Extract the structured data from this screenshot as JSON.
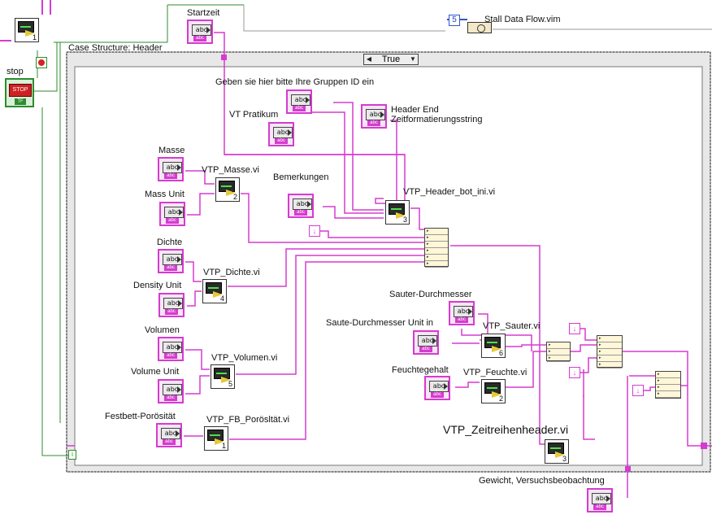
{
  "case_structure": {
    "label": "Case Structure: Header",
    "selector_value": "True"
  },
  "top": {
    "stall_label": "Stall Data Flow.vim",
    "stall_const": "5",
    "startzeit_label": "Startzeit"
  },
  "stop": {
    "label": "stop",
    "button_text": "STOP",
    "bool_text": "TF"
  },
  "controls": {
    "gruppen_id": "Geben sie hier bitte Ihre Gruppen ID ein",
    "vt_pratikum": "VT Pratikum",
    "header_end": "Header End\nZeitformatierungsstring",
    "bemerkungen": "Bemerkungen",
    "masse": "Masse",
    "mass_unit": "Mass Unit",
    "dichte": "Dichte",
    "density_unit": "Density Unit",
    "volumen": "Volumen",
    "volume_unit": "Volume Unit",
    "festbett": "Festbett-Porösität",
    "sauter": "Sauter-Durchmesser",
    "sauter_unit": "Saute-Durchmesser Unit in",
    "feuchte": "Feuchtegehalt",
    "gewicht": "Gewicht, Versuchsbeobachtung"
  },
  "subvis": {
    "masse": "VTP_Masse.vi",
    "header_bot": "VTP_Header_bot_ini.vi",
    "dichte": "VTP_Dichte.vi",
    "volumen": "VTP_Volumen.vi",
    "porositaet": "VTP_FB_Porösltät.vi",
    "sauter": "VTP_Sauter.vi",
    "feuchte": "VTP_Feuchte.vi",
    "zeitreihen": "VTP_Zeitreihenheader.vi"
  },
  "subvi_numbers": {
    "top": "1",
    "masse": "2",
    "header_bot": "3",
    "dichte": "4",
    "volumen": "5",
    "porositaet": "1",
    "sauter": "6",
    "feuchte": "2",
    "zeitreihen": "3"
  },
  "ctrl_text": {
    "inner": "abc",
    "foot": "abc"
  },
  "colors": {
    "string_wire": "#d63bd0",
    "bool_wire": "#2e8b2e",
    "structure": "#777777"
  }
}
